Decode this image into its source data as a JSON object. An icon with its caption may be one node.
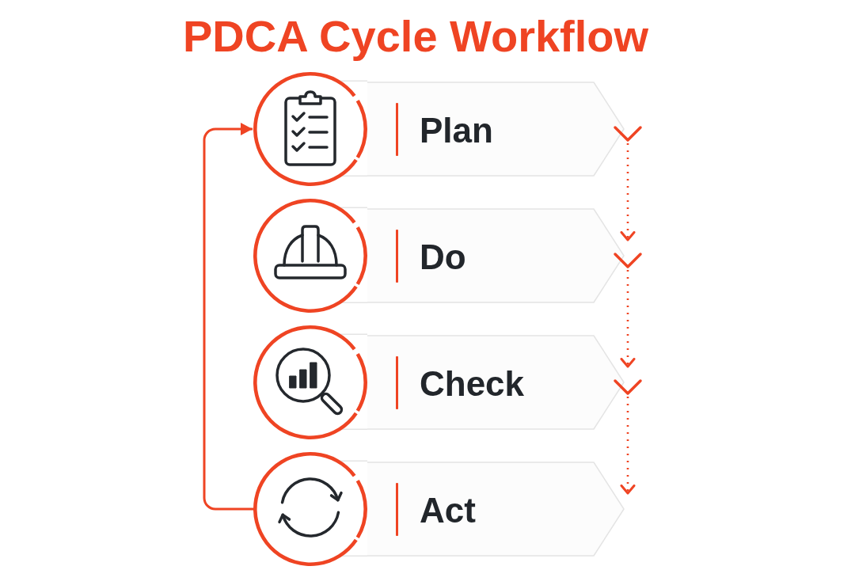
{
  "diagram": {
    "title": "PDCA Cycle Workflow",
    "nodes": [
      {
        "text": [],
        "shape": "circle"
      },
      {
        "text": [
          "Plan"
        ]
      },
      {
        "text": [],
        "shape": "circle"
      },
      {
        "text": [
          "Do"
        ]
      },
      {
        "text": [],
        "shape": "circle"
      },
      {
        "text": [
          "Check"
        ]
      },
      {
        "text": [],
        "shape": "circle"
      },
      {
        "text": [
          "Act"
        ]
      }
    ],
    "edges": [
      {
        "from": 1,
        "to": 3,
        "arrow": "to",
        "style": "dashed"
      },
      {
        "from": 3,
        "to": 5,
        "arrow": "to",
        "style": "dashed"
      },
      {
        "from": 5,
        "to": 7,
        "arrow": "to",
        "style": "dashed"
      },
      {
        "from": 6,
        "to": 0,
        "arrow": "to"
      }
    ]
  }
}
